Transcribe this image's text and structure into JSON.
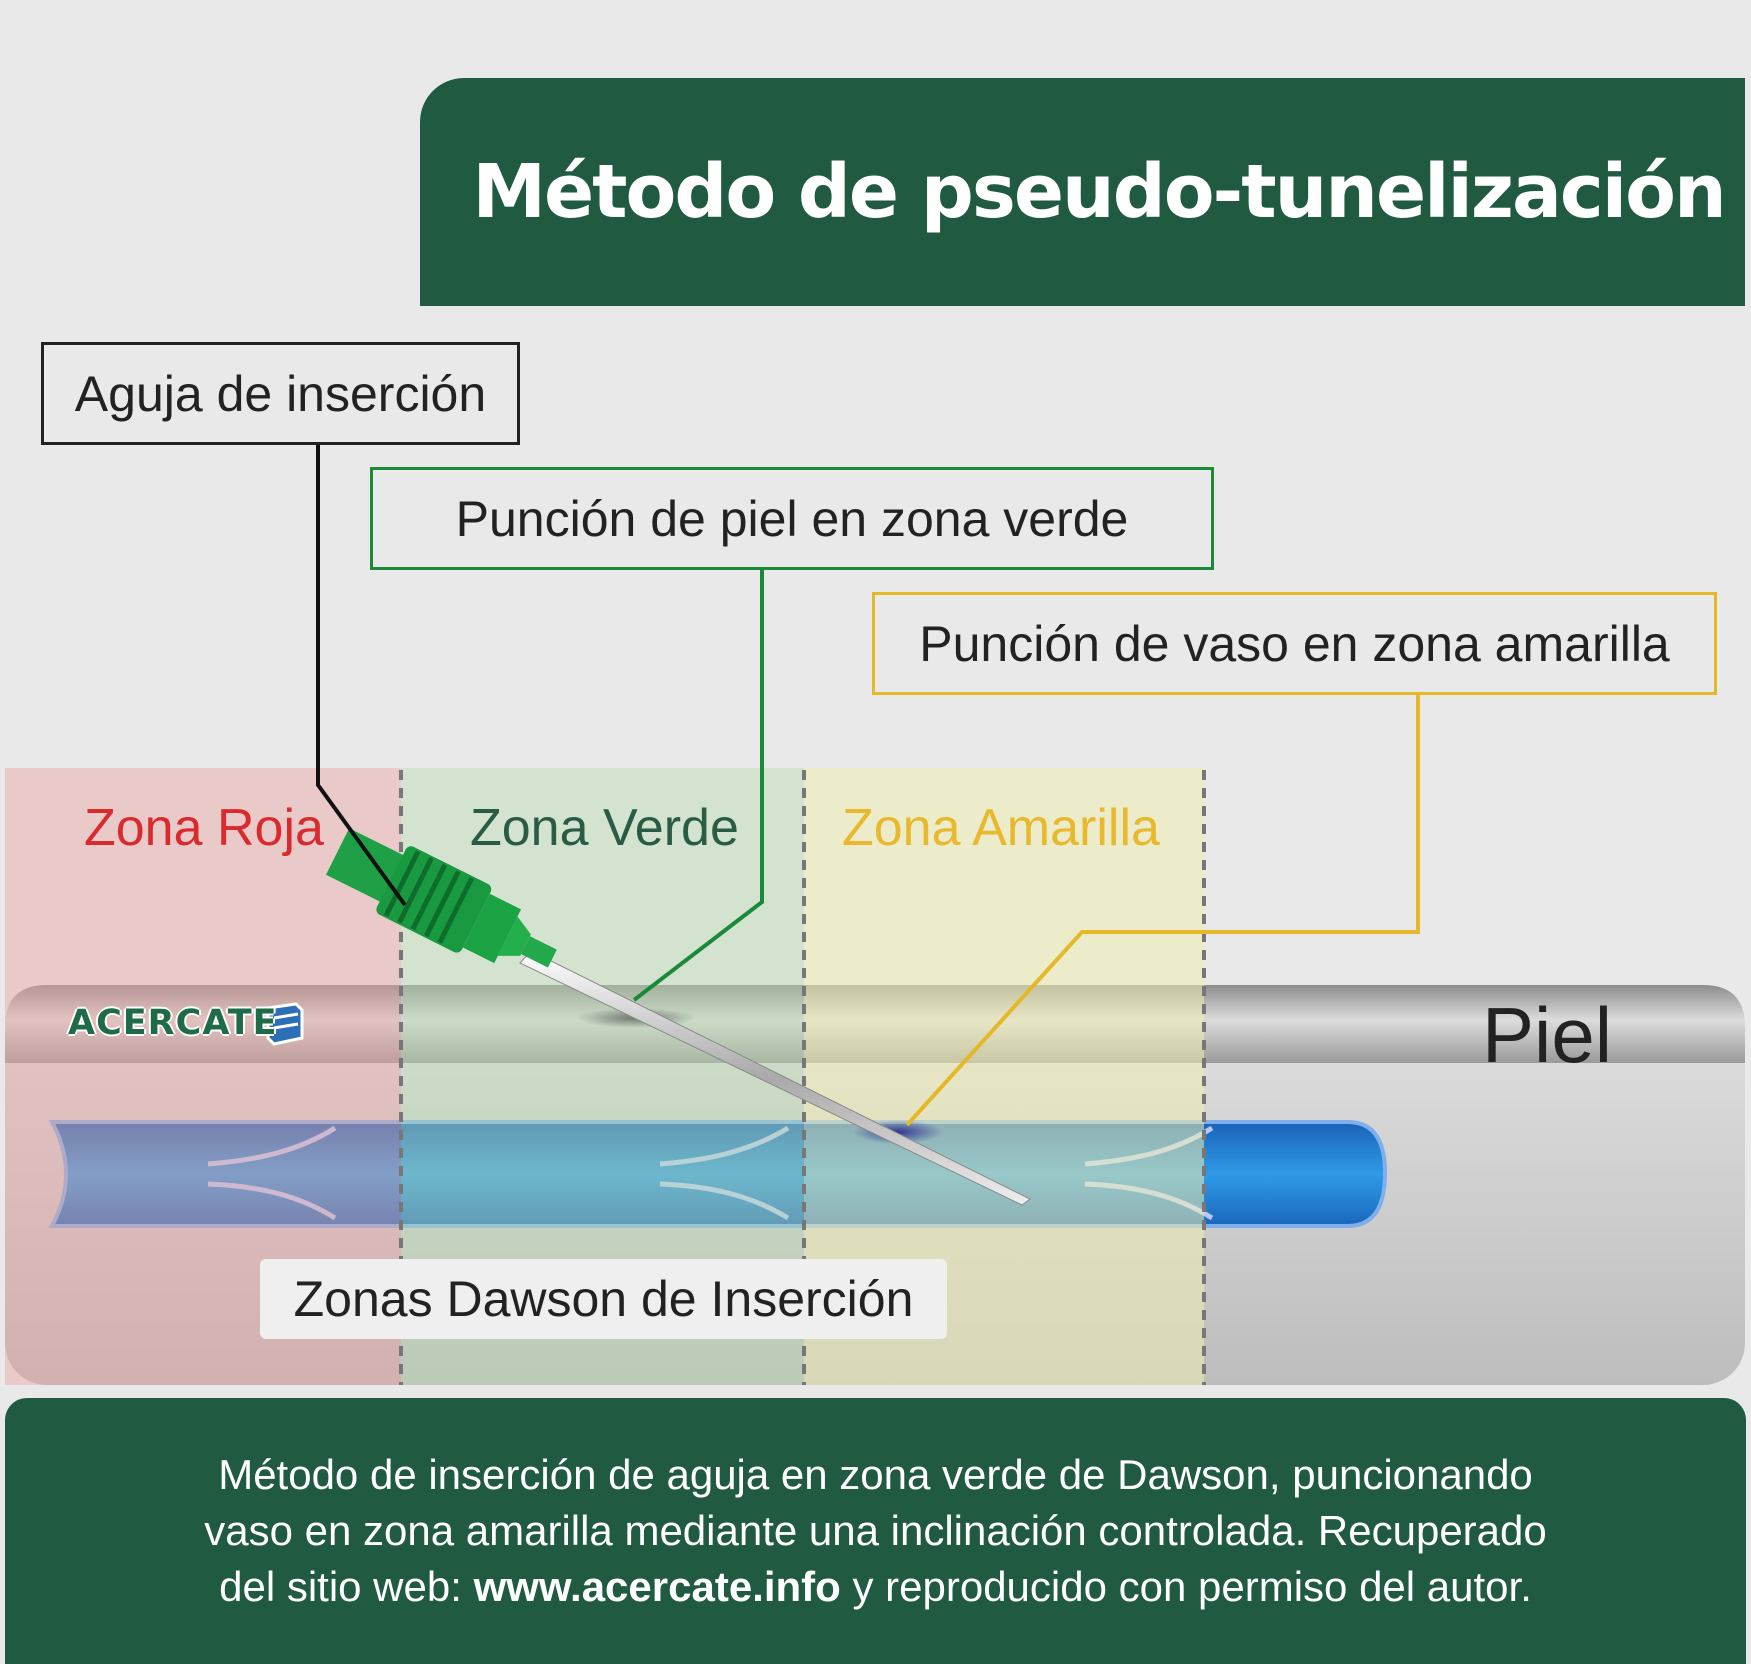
{
  "title": "Método de pseudo-tunelización",
  "labels": {
    "needle": "Aguja de inserción",
    "skin_puncture": "Punción de piel en zona verde",
    "vessel_puncture": "Punción de vaso en zona amarilla"
  },
  "zones": {
    "red": "Zona Roja",
    "green": "Zona Verde",
    "yellow": "Zona Amarilla"
  },
  "skin_label": "Piel",
  "brand": "ACERCATE",
  "legend": "Zonas Dawson de Inserción",
  "footer": {
    "line1": "Método de inserción de aguja en zona verde de Dawson, puncionando",
    "line2": "vaso en zona amarilla mediante una inclinación controlada. Recuperado",
    "line3_prefix": "del sitio web: ",
    "line3_link": "www.acercate.info",
    "line3_suffix": " y reproducido con permiso del autor."
  },
  "colors": {
    "brand_green": "#1f5a41",
    "zone_red": "#d92a2e",
    "zone_green": "#2a5c45",
    "zone_yellow": "#e8b92d",
    "needle_label_border": "#222222",
    "skin_label_border": "#1a8a3a",
    "vessel_label_border": "#e5b82a",
    "vessel_blue": "#1e7fd0"
  }
}
